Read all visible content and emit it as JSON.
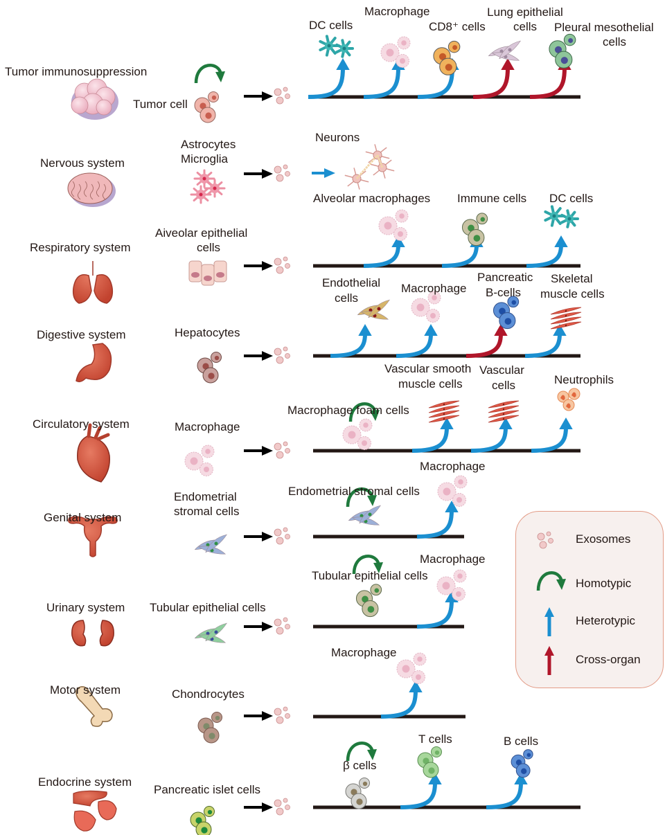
{
  "colors": {
    "heterotypic": "#1b8fd0",
    "cross_organ": "#b0162a",
    "homotypic": "#1f7a3d",
    "timeline": "#231815",
    "exosome_fill": "#f1c9c9",
    "exosome_stroke": "#c98e8e",
    "organ_red": "#d65a45",
    "legend_border": "#e39b86",
    "legend_bg": "#f7f0ee"
  },
  "rows": [
    {
      "system": "Tumor immunosuppression",
      "source_cell": "Tumor cell",
      "source_homotypic": true,
      "targets": [
        {
          "label": "DC cells",
          "type": "heterotypic"
        },
        {
          "label": "Macrophage",
          "type": "heterotypic"
        },
        {
          "label": "CD8⁺ cells",
          "type": "heterotypic"
        },
        {
          "label": "Lung epithelial cells",
          "type": "cross-organ"
        },
        {
          "label": "Pleural mesothelial cells",
          "type": "cross-organ"
        }
      ]
    },
    {
      "system": "Nervous system",
      "source_cell": "Astrocytes Microglia",
      "source_lines": [
        "Astrocytes",
        "Microglia"
      ],
      "targets": [
        {
          "label": "Neurons",
          "type": "heterotypic"
        }
      ]
    },
    {
      "system": "Respiratory system",
      "source_cell": "Aiveolar epithelial cells",
      "source_lines": [
        "Aiveolar epithelial",
        "cells"
      ],
      "targets": [
        {
          "label": "Alveolar macrophages",
          "type": "heterotypic"
        },
        {
          "label": "Immune cells",
          "type": "heterotypic"
        },
        {
          "label": "DC cells",
          "type": "heterotypic"
        }
      ]
    },
    {
      "system": "Digestive system",
      "source_cell": "Hepatocytes",
      "targets": [
        {
          "label": "Endothelial cells",
          "lines": [
            "Endothelial",
            "cells"
          ],
          "type": "heterotypic"
        },
        {
          "label": "Macrophage",
          "type": "heterotypic"
        },
        {
          "label": "Pancreatic B-cells",
          "lines": [
            "Pancreatic",
            "B-cells"
          ],
          "type": "cross-organ"
        },
        {
          "label": "Skeletal muscle cells",
          "lines": [
            "Skeletal",
            "muscle cells"
          ],
          "type": "heterotypic"
        }
      ]
    },
    {
      "system": "Circulatory system",
      "source_cell": "Macrophage",
      "targets": [
        {
          "label": "Macrophage foam cells",
          "type": "homotypic"
        },
        {
          "label": "Vascular smooth muscle cells",
          "lines": [
            "Vascular smooth",
            "muscle cells"
          ],
          "type": "heterotypic"
        },
        {
          "label": "Vascular cells",
          "lines": [
            "Vascular",
            "cells"
          ],
          "type": "heterotypic"
        },
        {
          "label": "Neutrophils",
          "type": "heterotypic"
        }
      ]
    },
    {
      "system": "Genital system",
      "source_cell": "Endometrial stromal cells",
      "source_lines": [
        "Endometrial",
        "stromal cells"
      ],
      "targets": [
        {
          "label": "Endometrial stromal cells",
          "type": "homotypic"
        },
        {
          "label": "Macrophage",
          "type": "heterotypic"
        }
      ]
    },
    {
      "system": "Urinary system",
      "source_cell": "Tubular epithelial cells",
      "targets": [
        {
          "label": "Tubular epithelial cells",
          "type": "homotypic"
        },
        {
          "label": "Macrophage",
          "type": "heterotypic"
        }
      ]
    },
    {
      "system": "Motor system",
      "source_cell": "Chondrocytes",
      "targets": [
        {
          "label": "Macrophage",
          "type": "heterotypic"
        }
      ]
    },
    {
      "system": "Endocrine system",
      "source_cell": "Pancreatic islet cells",
      "targets": [
        {
          "label": "β cells",
          "type": "homotypic"
        },
        {
          "label": "T cells",
          "type": "heterotypic"
        },
        {
          "label": "B cells",
          "type": "heterotypic"
        }
      ]
    }
  ],
  "legend": {
    "items": [
      {
        "icon": "exosomes-icon",
        "label": "Exosomes"
      },
      {
        "icon": "homotypic-arrow-icon",
        "label": "Homotypic"
      },
      {
        "icon": "heterotypic-arrow-icon",
        "label": "Heterotypic"
      },
      {
        "icon": "cross-organ-arrow-icon",
        "label": "Cross-organ"
      }
    ]
  }
}
